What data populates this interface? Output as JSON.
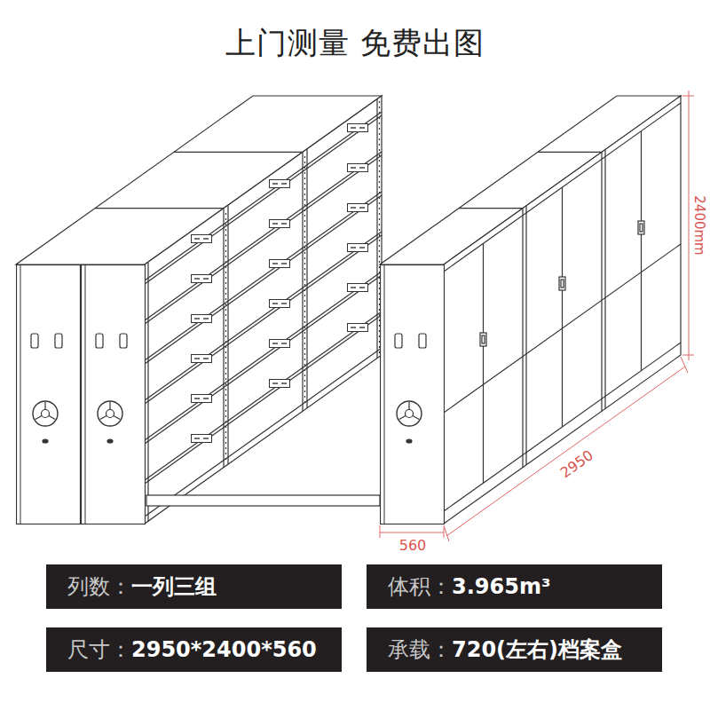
{
  "diagram": {
    "title": "上门测量 免费出图",
    "nodes": [
      {
        "text": [
          "列数：",
          "一列三组"
        ]
      },
      {
        "text": [
          "体积：",
          "3.965m³"
        ]
      },
      {
        "text": [
          "尺寸：",
          "2950*2400*560"
        ]
      },
      {
        "text": [
          "承载：",
          "720(左右)档案盒"
        ]
      }
    ],
    "labels": [
      "2400mm",
      "2950",
      "560"
    ]
  }
}
